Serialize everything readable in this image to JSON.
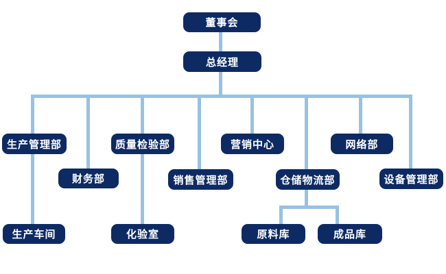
{
  "diagram": {
    "type": "org-chart",
    "colors": {
      "background": "#ffffff",
      "node_fill": "#0d2a63",
      "node_text": "#ffffff",
      "connector": "#98c2e2"
    },
    "nodes": [
      {
        "id": "board",
        "label": "董事会",
        "level": 1,
        "parent": null
      },
      {
        "id": "general-manager",
        "label": "总经理",
        "level": 2,
        "parent": "board"
      },
      {
        "id": "production-management",
        "label": "生产管理部",
        "level": 3,
        "parent": "general-manager"
      },
      {
        "id": "finance",
        "label": "财务部",
        "level": 3,
        "parent": "general-manager"
      },
      {
        "id": "quality-inspection",
        "label": "质量检验部",
        "level": 3,
        "parent": "general-manager"
      },
      {
        "id": "sales-management",
        "label": "销售管理部",
        "level": 3,
        "parent": "general-manager"
      },
      {
        "id": "marketing-center",
        "label": "营销中心",
        "level": 3,
        "parent": "general-manager"
      },
      {
        "id": "warehouse-logistics",
        "label": "仓储物流部",
        "level": 3,
        "parent": "general-manager"
      },
      {
        "id": "network",
        "label": "网络部",
        "level": 3,
        "parent": "general-manager"
      },
      {
        "id": "equipment-management",
        "label": "设备管理部",
        "level": 3,
        "parent": "general-manager"
      },
      {
        "id": "production-workshop",
        "label": "生产车间",
        "level": 4,
        "parent": "production-management"
      },
      {
        "id": "laboratory",
        "label": "化验室",
        "level": 4,
        "parent": "quality-inspection"
      },
      {
        "id": "raw-material-warehouse",
        "label": "原料库",
        "level": 4,
        "parent": "warehouse-logistics"
      },
      {
        "id": "finished-goods-warehouse",
        "label": "成品库",
        "level": 4,
        "parent": "warehouse-logistics"
      }
    ]
  }
}
